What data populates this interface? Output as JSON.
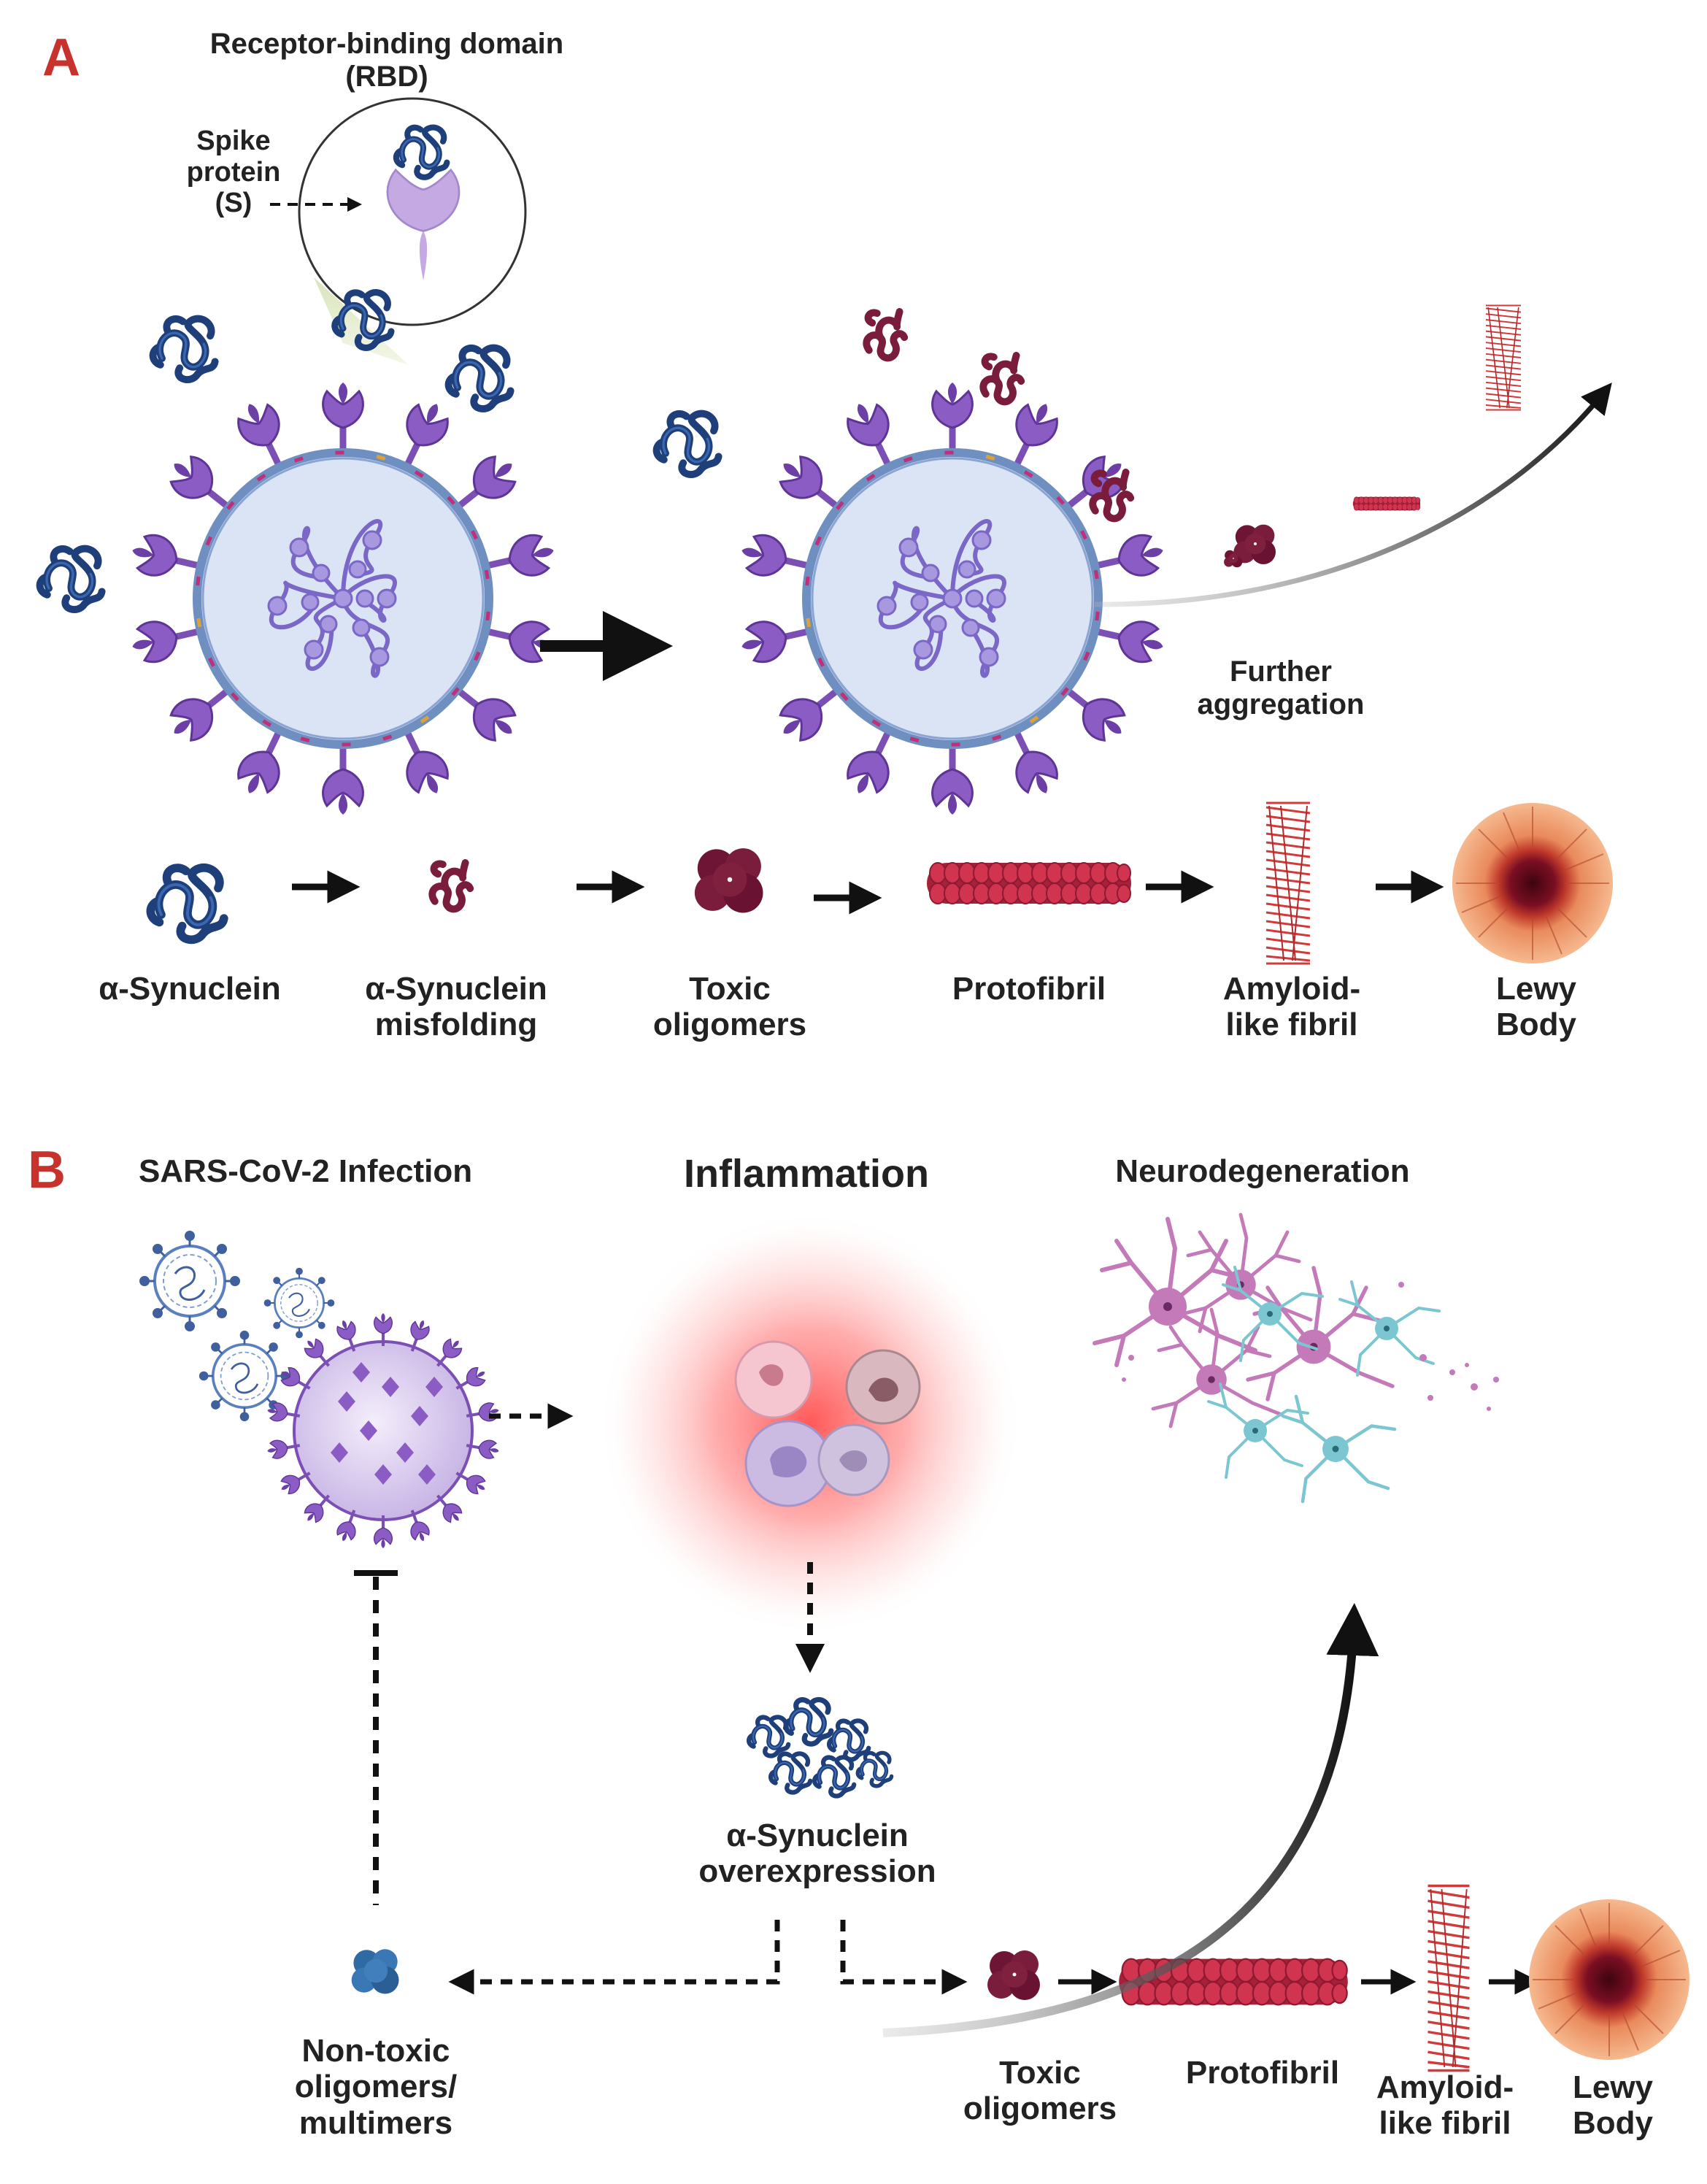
{
  "panel_a": {
    "letter": "A",
    "rbd_label": "Receptor-binding domain (RBD)",
    "spike_label": "Spike protein (S)",
    "further_aggregation": "Further aggregation",
    "pathway": [
      "α-Synuclein",
      "α-Synuclein misfolding",
      "Toxic oligomers",
      "Protofibril",
      "Amyloid-like fibril",
      "Lewy Body"
    ]
  },
  "panel_b": {
    "letter": "B",
    "infection_label": "SARS-CoV-2 Infection",
    "inflammation_label": "Inflammation",
    "neurodegeneration_label": "Neurodegeneration",
    "overexpression_label": "α-Synuclein overexpression",
    "nontoxic_label": "Non-toxic oligomers/ multimers",
    "pathway": [
      "Toxic oligomers",
      "Protofibril",
      "Amyloid-like fibril",
      "Lewy Body"
    ]
  },
  "colors": {
    "panel_letter": "#c8322d",
    "virus_spike": "#7b4fb3",
    "virus_envelope": "#6f8fc0",
    "virus_interior": "#dbe4f5",
    "synuclein_native": "#1e3f7a",
    "synuclein_misfolded": "#7a1c3c",
    "protofibril": "#c2304a",
    "fibril": "#d03a3a",
    "lewy_body_outer": "#f0a878",
    "lewy_body_core": "#5a0a18",
    "neuron_pink": "#c47ab8",
    "neuron_cyan": "#7cc6d2",
    "inflammation_glow": "#ff5a5a",
    "nontoxic_oligomer": "#2f6aa3"
  }
}
